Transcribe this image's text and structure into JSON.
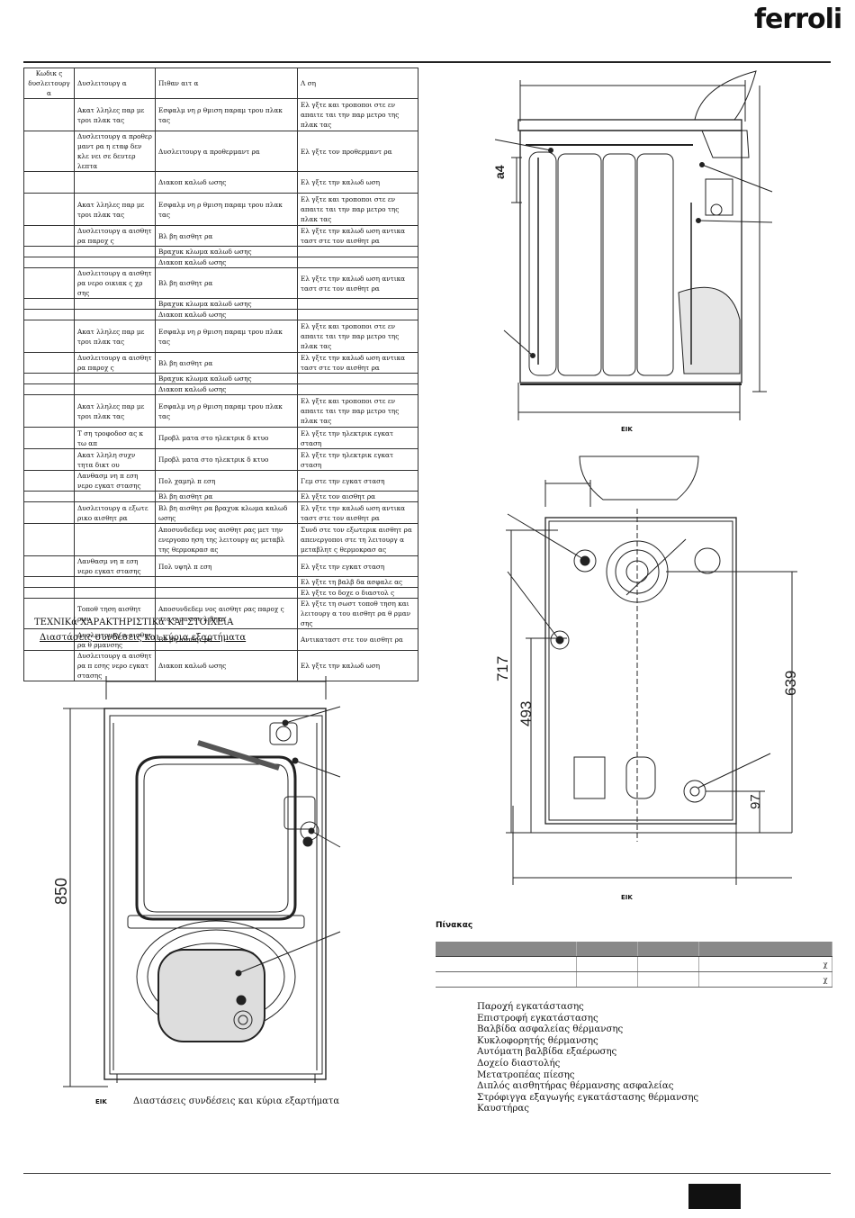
{
  "brand": {
    "logo_text": "ferroli"
  },
  "error_table": {
    "headers": [
      "Κωδικ ς δυσλειτουργ α",
      "Δυσλειτουργ α",
      "Πιθαν αιτ α",
      "Λ ση"
    ],
    "rows": [
      {
        "fn": "Ακατ λληλες παρ με τροι πλακ τας",
        "cause": "Εσφαλμ νη ρ θμιση παραμ τρου πλακ τας",
        "sol": "Ελ γξτε και τροποποι στε εν απαιτε ται την παρ μετρο της πλακ τας"
      },
      {
        "fn": "Δυσλειτουργ α προθερ μαντ ρα η εταφ δεν κλε νει σε δευτερ λεπτα",
        "cause": "Δυσλειτουργ α προθερμαντ ρα",
        "sol": "Ελ γξτε τον προθερμαντ ρα"
      },
      {
        "fn": "",
        "cause": "Διακοπ καλωδ ωσης",
        "sol": "Ελ γξτε την καλωδ ωση"
      },
      {
        "fn": "Ακατ λληλες παρ με τροι πλακ τας",
        "cause": "Εσφαλμ νη ρ θμιση παραμ τρου πλακ τας",
        "sol": "Ελ γξτε και τροποποι στε εν απαιτε ται την παρ μετρο της πλακ τας"
      },
      {
        "fn": "Δυσλειτουργ α αισθητ ρα παροχ ς",
        "cause": "Βλ βη αισθητ ρα",
        "sol": "Ελ γξτε την καλωδ ωση αντικα ταστ στε τον αισθητ ρα"
      },
      {
        "fn": "",
        "cause": "Βραχυκ κλωμα καλωδ ωσης",
        "sol": ""
      },
      {
        "fn": "",
        "cause": "Διακοπ καλωδ ωσης",
        "sol": ""
      },
      {
        "fn": "Δυσλειτουργ α αισθητ ρα νερο οικιακ ς χρ σης",
        "cause": "Βλ βη αισθητ ρα",
        "sol": "Ελ γξτε την καλωδ ωση αντικα ταστ στε τον αισθητ ρα"
      },
      {
        "fn": "",
        "cause": "Βραχυκ κλωμα καλωδ ωσης",
        "sol": ""
      },
      {
        "fn": "",
        "cause": "Διακοπ καλωδ ωσης",
        "sol": ""
      },
      {
        "fn": "Ακατ λληλες παρ με τροι πλακ τας",
        "cause": "Εσφαλμ νη ρ θμιση παραμ τρου πλακ τας",
        "sol": "Ελ γξτε και τροποποι στε εν απαιτε ται την παρ μετρο της πλακ τας"
      },
      {
        "fn": "Δυσλειτουργ α αισθητ ρα παροχ ς",
        "cause": "Βλ βη αισθητ ρα",
        "sol": "Ελ γξτε την καλωδ ωση αντικα ταστ στε τον αισθητ ρα"
      },
      {
        "fn": "",
        "cause": "Βραχυκ κλωμα καλωδ ωσης",
        "sol": ""
      },
      {
        "fn": "",
        "cause": "Διακοπ καλωδ ωσης",
        "sol": ""
      },
      {
        "fn": "Ακατ λληλες παρ με τροι πλακ τας",
        "cause": "Εσφαλμ νη ρ θμιση παραμ τρου πλακ τας",
        "sol": "Ελ γξτε και τροποποι στε εν απαιτε ται την παρ μετρο της πλακ τας"
      },
      {
        "fn": "Τ ση τροφοδοσ ας κ τω απ",
        "cause": "Προβλ ματα στο ηλεκτρικ δ κτυο",
        "sol": "Ελ γξτε την ηλεκτρικ εγκατ σταση"
      },
      {
        "fn": "Ακατ λληλη συχν τητα δικτ ου",
        "cause": "Προβλ ματα στο ηλεκτρικ δ κτυο",
        "sol": "Ελ γξτε την ηλεκτρικ εγκατ σταση"
      },
      {
        "fn": "Λανθασμ νη π εση νερο εγκατ στασης",
        "cause": "Πολ χαμηλ π εση",
        "sol": "Γεμ στε την εγκατ σταση"
      },
      {
        "fn": "",
        "cause": "Βλ βη αισθητ ρα",
        "sol": "Ελ γξτε τον αισθητ ρα"
      },
      {
        "fn": "Δυσλειτουργ α εξωτε ρικο αισθητ ρα",
        "cause": "Βλ βη αισθητ ρα βραχυκ κλωμα καλωδ ωσης",
        "sol": "Ελ γξτε την καλωδ ωση αντικα ταστ στε τον αισθητ ρα"
      },
      {
        "fn": "",
        "cause": "Αποσυνδεδεμ νος αισθητ ρας μετ την ενεργοπο ηση της λειτουργ ας μεταβλ της θερμοκρασ ας",
        "sol": "Συνδ στε τον εξωτερικ αισθητ ρα απενεργοποι στε τη λειτουργ α μεταβλητ ς θερμοκρασ ας"
      },
      {
        "fn": "Λανθασμ νη π εση νερο εγκατ στασης",
        "cause": "Πολ υψηλ π εση",
        "sol": "Ελ γξτε την εγκατ σταση"
      },
      {
        "fn": "",
        "cause": "",
        "sol": "Ελ γξτε τη βαλβ δα ασφαλε ας"
      },
      {
        "fn": "",
        "cause": "",
        "sol": "Ελ γξτε το δοχε ο διαστολ ς"
      },
      {
        "fn": "Τοποθ τηση αισθητ ρων",
        "cause": "Αποσυνδεδεμ νος αισθητ ρας παροχ ς στο σ μα του λ βητα",
        "sol": "Ελ γξτε τη σωστ τοποθ τηση και λειτουργ α του αισθητ ρα θ ρμαν σης"
      },
      {
        "fn": "Δυσλειτουργ α αισθητ ρα θ ρμανσης",
        "cause": "Βλ βη αισθητ ρα",
        "sol": "Αντικαταστ στε τον αισθητ ρα"
      },
      {
        "fn": "Δυσλειτουργ α αισθητ ρα π εσης νερο εγκατ στασης",
        "cause": "Διακοπ καλωδ ωσης",
        "sol": "Ελ γξτε την καλωδ ωση"
      }
    ]
  },
  "section": {
    "title": "ΤΕΧΝΙΚά ΧΑΡΑΚΤΗΡΙΣΤΙΚά ΚΑΙ ΣΤΟΙΧΕίΑ",
    "subtitle": "Διαστάσεις συνδέσεις και κύρια εξαρτήματα"
  },
  "figures": {
    "fig_label": "ΕΙΚ",
    "left_caption": "Διαστάσεις συνδέσεις και κύρια εξαρτήματα",
    "dim_850": "850",
    "dim_a4": "a4",
    "dim_717": "717",
    "dim_493": "493",
    "dim_639": "639",
    "dim_97": "97"
  },
  "pinakas": {
    "title": "Πίνακας",
    "rows": [
      [
        "",
        "",
        "",
        "χ"
      ],
      [
        "",
        "",
        "",
        "χ"
      ]
    ]
  },
  "legend": [
    "Παροχή εγκατάστασης",
    "Επιστροφή εγκατάστασης",
    "Βαλβίδα ασφαλείας θέρμανσης",
    "Κυκλοφορητής θέρμανσης",
    "Αυτόματη βαλβίδα εξαέρωσης",
    "Δοχείο διαστολής",
    "Μετατροπέας πίεσης",
    "Διπλός αισθητήρας θέρμανσης ασφαλείας",
    "Στρόφιγγα εξαγωγής εγκατάστασης θέρμανσης",
    "Καυστήρας"
  ]
}
